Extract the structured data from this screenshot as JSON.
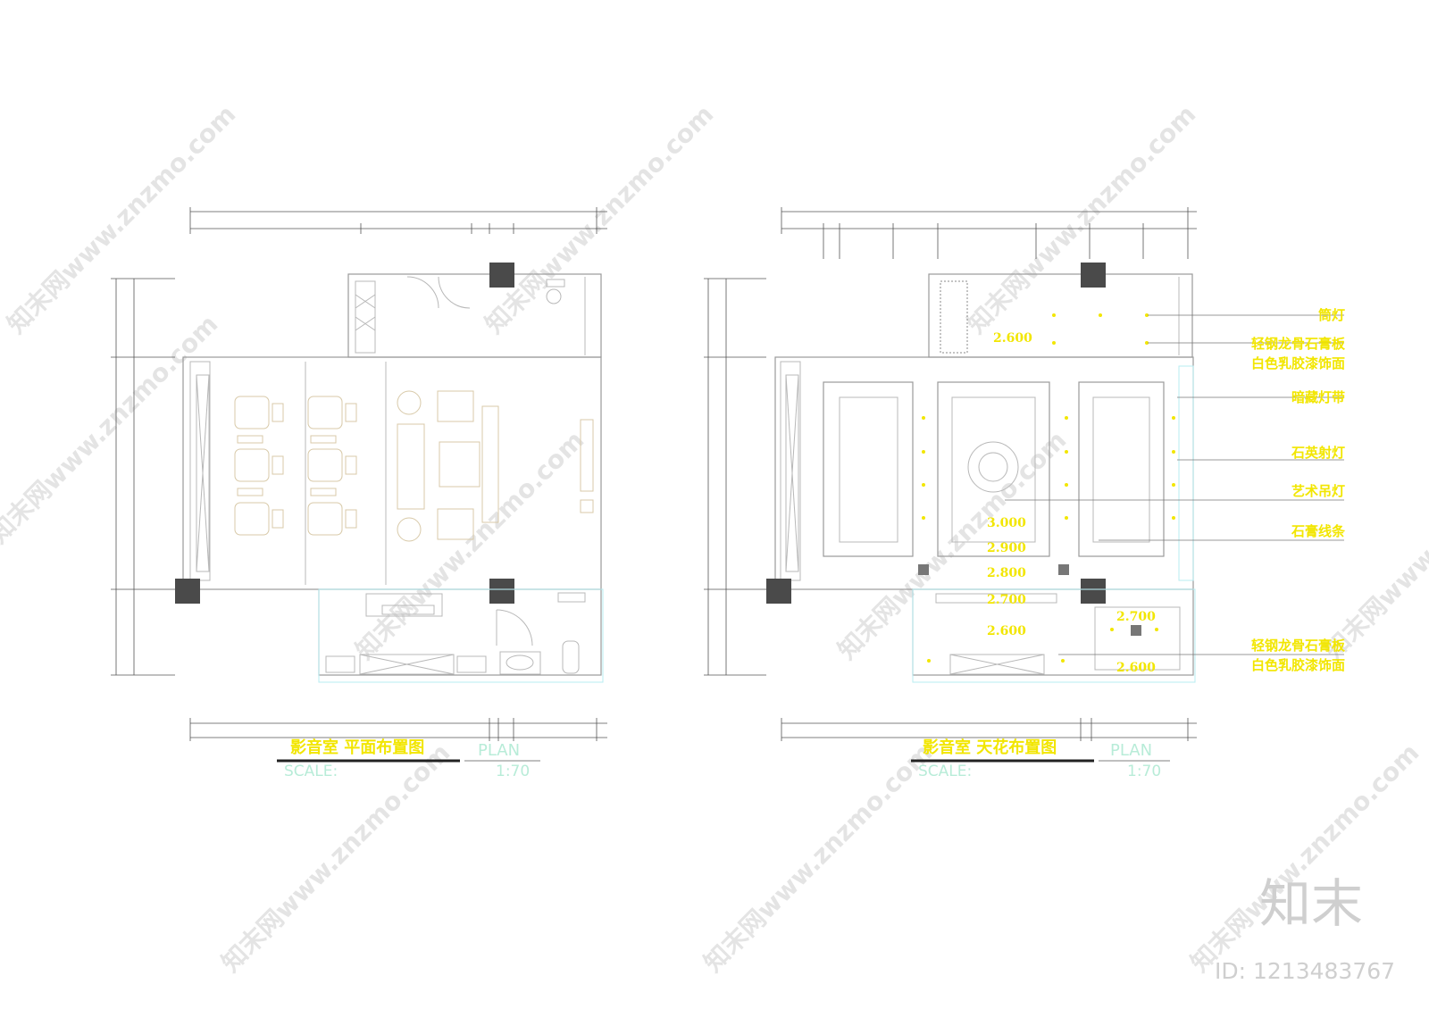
{
  "left_plan": {
    "title": "影音室 平面布置图",
    "plan_label": "PLAN",
    "scale_label": "SCALE:",
    "scale_value": "1:70"
  },
  "right_plan": {
    "title": "影音室 天花布置图",
    "plan_label": "PLAN",
    "scale_label": "SCALE:",
    "scale_value": "1:70",
    "callouts": [
      "筒灯",
      "轻钢龙骨石膏板",
      "白色乳胶漆饰面",
      "暗藏灯带",
      "石英射灯",
      "艺术吊灯",
      "石膏线条"
    ],
    "callouts_bottom": [
      "轻钢龙骨石膏板",
      "白色乳胶漆饰面"
    ],
    "heights": [
      "2.600",
      "3.000",
      "2.900",
      "2.800",
      "2.700",
      "2.600",
      "2.700",
      "2.600"
    ]
  },
  "watermark": {
    "text": "知末网www.znzmo.com"
  },
  "brand": {
    "logo": "知末",
    "id_text": "ID: 1213483767"
  },
  "colors": {
    "annotation": "#f2e600",
    "plan_label": "#b8ecd8",
    "column": "#4a4a4a"
  }
}
